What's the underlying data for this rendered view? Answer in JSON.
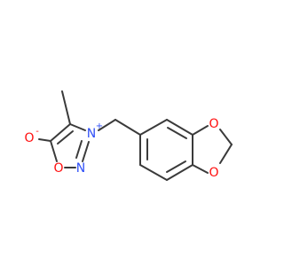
{
  "colors": {
    "background": "#ffffff",
    "bond": "#3a3a3a",
    "oxygen": "#ff0d0d",
    "nitrogen": "#3050f8"
  },
  "atoms": {
    "o_minus": {
      "symbol": "O",
      "charge": "-"
    },
    "n_plus": {
      "symbol": "N",
      "charge": "+"
    },
    "n_ring": {
      "symbol": "N"
    },
    "o_ring": {
      "symbol": "O"
    },
    "o_dioxole_top": {
      "symbol": "O"
    },
    "o_dioxole_bottom": {
      "symbol": "O"
    }
  }
}
